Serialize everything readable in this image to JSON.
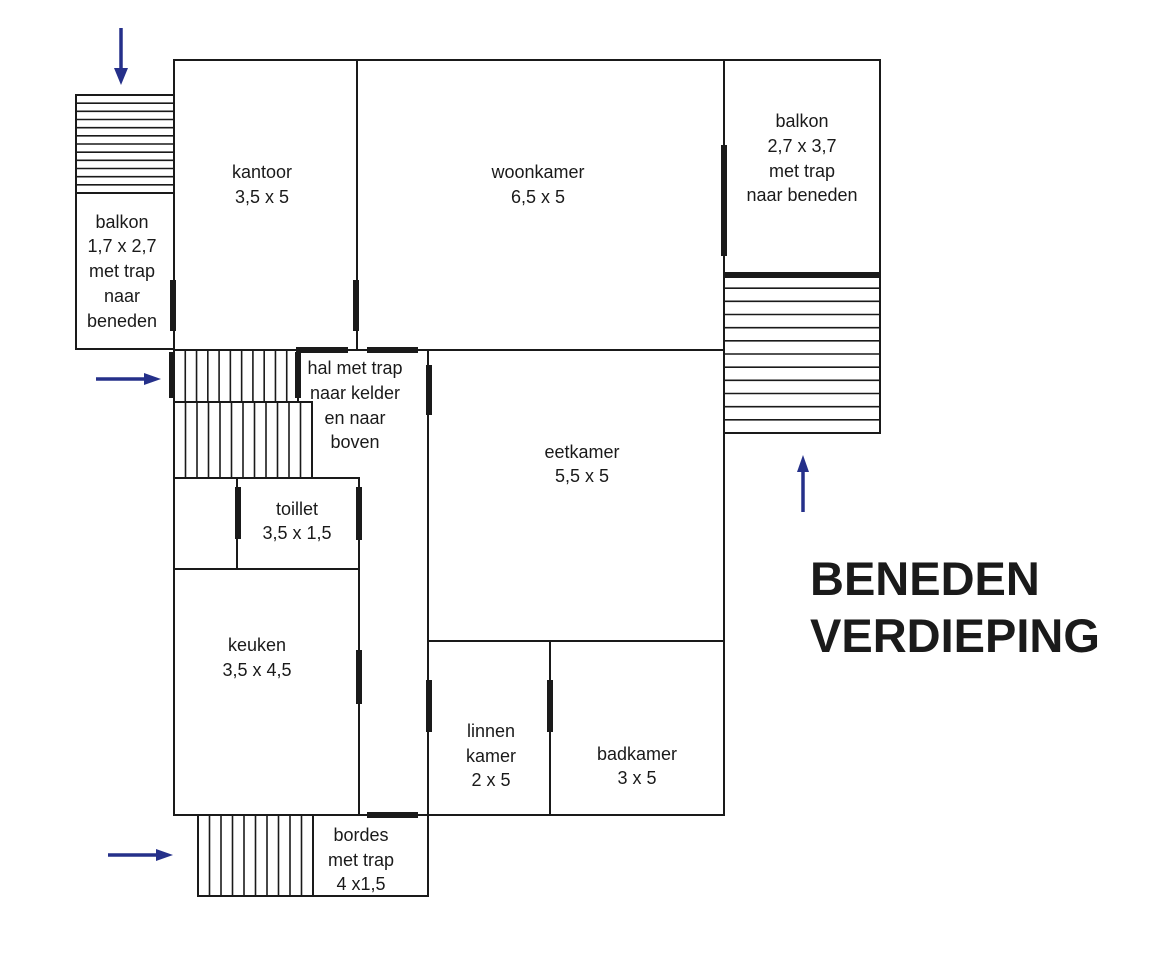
{
  "title": {
    "line1": "BENEDEN",
    "line2": "VERDIEPING"
  },
  "rooms": {
    "kantoor": [
      "kantoor",
      "3,5 x 5"
    ],
    "woonkamer": [
      "woonkamer",
      "6,5 x 5"
    ],
    "balkon_right": [
      "balkon",
      "2,7 x 3,7",
      "met trap",
      "naar beneden"
    ],
    "balkon_left": [
      "balkon",
      "1,7 x 2,7",
      "met trap",
      "naar",
      "beneden"
    ],
    "hal": [
      "hal met trap",
      "naar kelder",
      "en naar",
      "boven"
    ],
    "eetkamer": [
      "eetkamer",
      "5,5 x 5"
    ],
    "toillet": [
      "toillet",
      "3,5 x 1,5"
    ],
    "keuken": [
      "keuken",
      "3,5 x 4,5"
    ],
    "linnenkamer": [
      "linnen",
      "kamer",
      "2 x 5"
    ],
    "badkamer": [
      "badkamer",
      "3 x 5"
    ],
    "bordes": [
      "bordes",
      "met trap",
      "4 x1,5"
    ]
  },
  "colors": {
    "arrow": "#25308a",
    "wall": "#1a1a1a"
  }
}
